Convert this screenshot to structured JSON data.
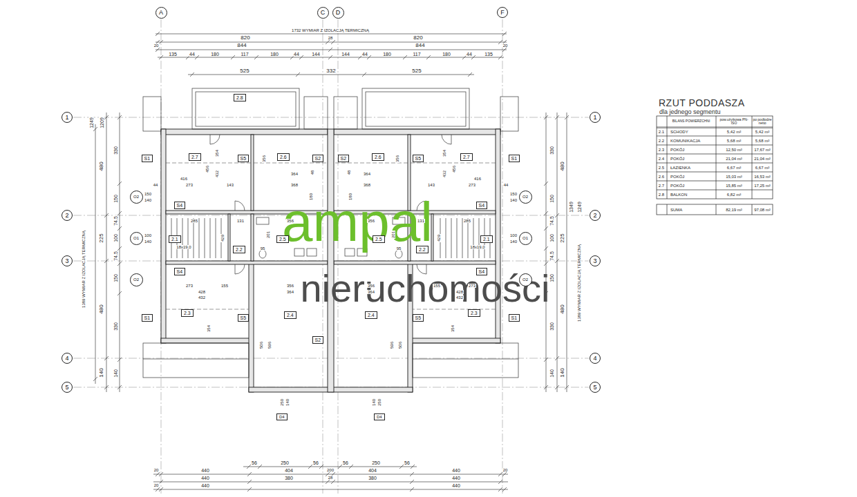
{
  "diagram": {
    "title": "RZUT PODDASZA",
    "nodes": [
      {
        "text": [
          "A"
        ]
      },
      {
        "text": [
          "C"
        ]
      },
      {
        "text": [
          "D"
        ]
      },
      {
        "text": [
          "F"
        ]
      },
      {
        "text": [
          "2.8"
        ]
      },
      {
        "text": [
          "1"
        ]
      },
      {
        "text": [
          "1"
        ]
      },
      {
        "text": [
          "S1"
        ]
      },
      {
        "text": [
          "2.7"
        ]
      },
      {
        "text": [
          "S5"
        ]
      },
      {
        "text": [
          "2.6"
        ]
      },
      {
        "text": [
          "S2"
        ]
      },
      {
        "text": [
          "S2"
        ]
      },
      {
        "text": [
          "2.6"
        ]
      },
      {
        "text": [
          "S5"
        ]
      },
      {
        "text": [
          "2.7"
        ]
      },
      {
        "text": [
          "S1"
        ]
      },
      {
        "text": [
          "O2"
        ]
      },
      {
        "text": [
          "S4"
        ]
      },
      {
        "text": [
          "S4"
        ]
      },
      {
        "text": [
          "O2"
        ]
      },
      {
        "text": [
          "2"
        ]
      },
      {
        "text": [
          "2"
        ]
      },
      {
        "text": [
          "O1"
        ]
      },
      {
        "text": [
          "2.1"
        ]
      },
      {
        "text": [
          "2.2"
        ]
      },
      {
        "text": [
          "2.5"
        ]
      },
      {
        "text": [
          "2.5"
        ]
      },
      {
        "text": [
          "2.2"
        ]
      },
      {
        "text": [
          "2.1"
        ]
      },
      {
        "text": [
          "O1"
        ]
      },
      {
        "text": [
          "3"
        ]
      },
      {
        "text": [
          "3"
        ]
      },
      {
        "text": [
          "S4"
        ]
      },
      {
        "text": [
          "S4"
        ]
      },
      {
        "text": [
          "O2"
        ]
      },
      {
        "text": [
          "O2"
        ]
      },
      {
        "text": [
          "2.3"
        ]
      },
      {
        "text": [
          "2.4"
        ]
      },
      {
        "text": [
          "2.4"
        ]
      },
      {
        "text": [
          "2.3"
        ]
      },
      {
        "text": [
          "S1"
        ]
      },
      {
        "text": [
          "S5"
        ]
      },
      {
        "text": [
          "S5"
        ]
      },
      {
        "text": [
          "S1"
        ]
      },
      {
        "text": [
          "S2"
        ]
      },
      {
        "text": [
          "4"
        ]
      },
      {
        "text": [
          "4"
        ]
      },
      {
        "text": [
          "5"
        ]
      },
      {
        "text": [
          "5"
        ]
      },
      {
        "text": [
          "D4"
        ]
      },
      {
        "text": [
          "D4"
        ]
      }
    ],
    "labels": [
      "1732 WYMIAR Z IZOLACJĄ TERMICZNĄ",
      "820",
      "28",
      "820",
      "20",
      "844",
      "844",
      "20",
      "135",
      "44",
      "180",
      "117",
      "180",
      "44",
      "144",
      "144",
      "44",
      "180",
      "117",
      "180",
      "44",
      "135",
      "525",
      "332",
      "525",
      "1389 WYMIAR Z IZOLACJĄ TERMICZNĄ",
      "1249",
      "1209",
      "480",
      "225",
      "480",
      "140",
      "330",
      "150",
      "74.5",
      "100",
      "74.5",
      "150",
      "330",
      "140",
      "1389 WYMIAR Z IZOLACJĄ TERMICZNĄ",
      "1349",
      "1249",
      "480",
      "225",
      "480",
      "140",
      "330",
      "150",
      "74.5",
      "100",
      "74.5",
      "150",
      "330",
      "140",
      "354",
      "456",
      "432",
      "416",
      "44",
      "273",
      "143",
      "356",
      "364",
      "48",
      "368",
      "180",
      "285",
      "131",
      "356",
      "429",
      "18x19,0",
      "100",
      "140",
      "201",
      "95",
      "150",
      "140",
      "273",
      "155",
      "428",
      "432",
      "356",
      "364",
      "354",
      "596",
      "506",
      "250",
      "140",
      "354",
      "456",
      "432",
      "416",
      "44",
      "273",
      "143",
      "356",
      "364",
      "48",
      "368",
      "180",
      "285",
      "131",
      "356",
      "429",
      "18x19,0",
      "100",
      "140",
      "201",
      "95",
      "150",
      "140",
      "273",
      "155",
      "428",
      "432",
      "356",
      "364",
      "354",
      "596",
      "506",
      "250",
      "140",
      "56",
      "250",
      "56",
      "56",
      "250",
      "56",
      "20",
      "440",
      "404",
      "200",
      "404",
      "440",
      "20",
      "440",
      "380",
      "28",
      "380",
      "440",
      "20",
      "440",
      "440",
      "ampal",
      "nieruchomości",
      "dla jednego segmentu",
      "BILANS POWIERZCHNI",
      "pow.użytkowa PN-ISO",
      "po podłodze netto",
      "2.1",
      "SCHODY",
      "5,42 m²",
      "5,42 m²",
      "2.2",
      "KOMUNIKACJA",
      "5,68 m²",
      "5,68 m²",
      "2.3",
      "POKÓJ",
      "12,50 m²",
      "17,67 m²",
      "2.4",
      "POKÓJ",
      "21,04 m²",
      "21,04 m²",
      "2.5",
      "ŁAZIENKA",
      "6,67 m²",
      "6,67 m²",
      "2.6",
      "POKÓJ",
      "15,03 m²",
      "16,53 m²",
      "2.7",
      "POKÓJ",
      "15,85 m²",
      "17,25 m²",
      "2.8",
      "BALKON",
      "6,82 m²",
      "SUMA",
      "82,19 m²",
      "97,08 m²"
    ]
  }
}
